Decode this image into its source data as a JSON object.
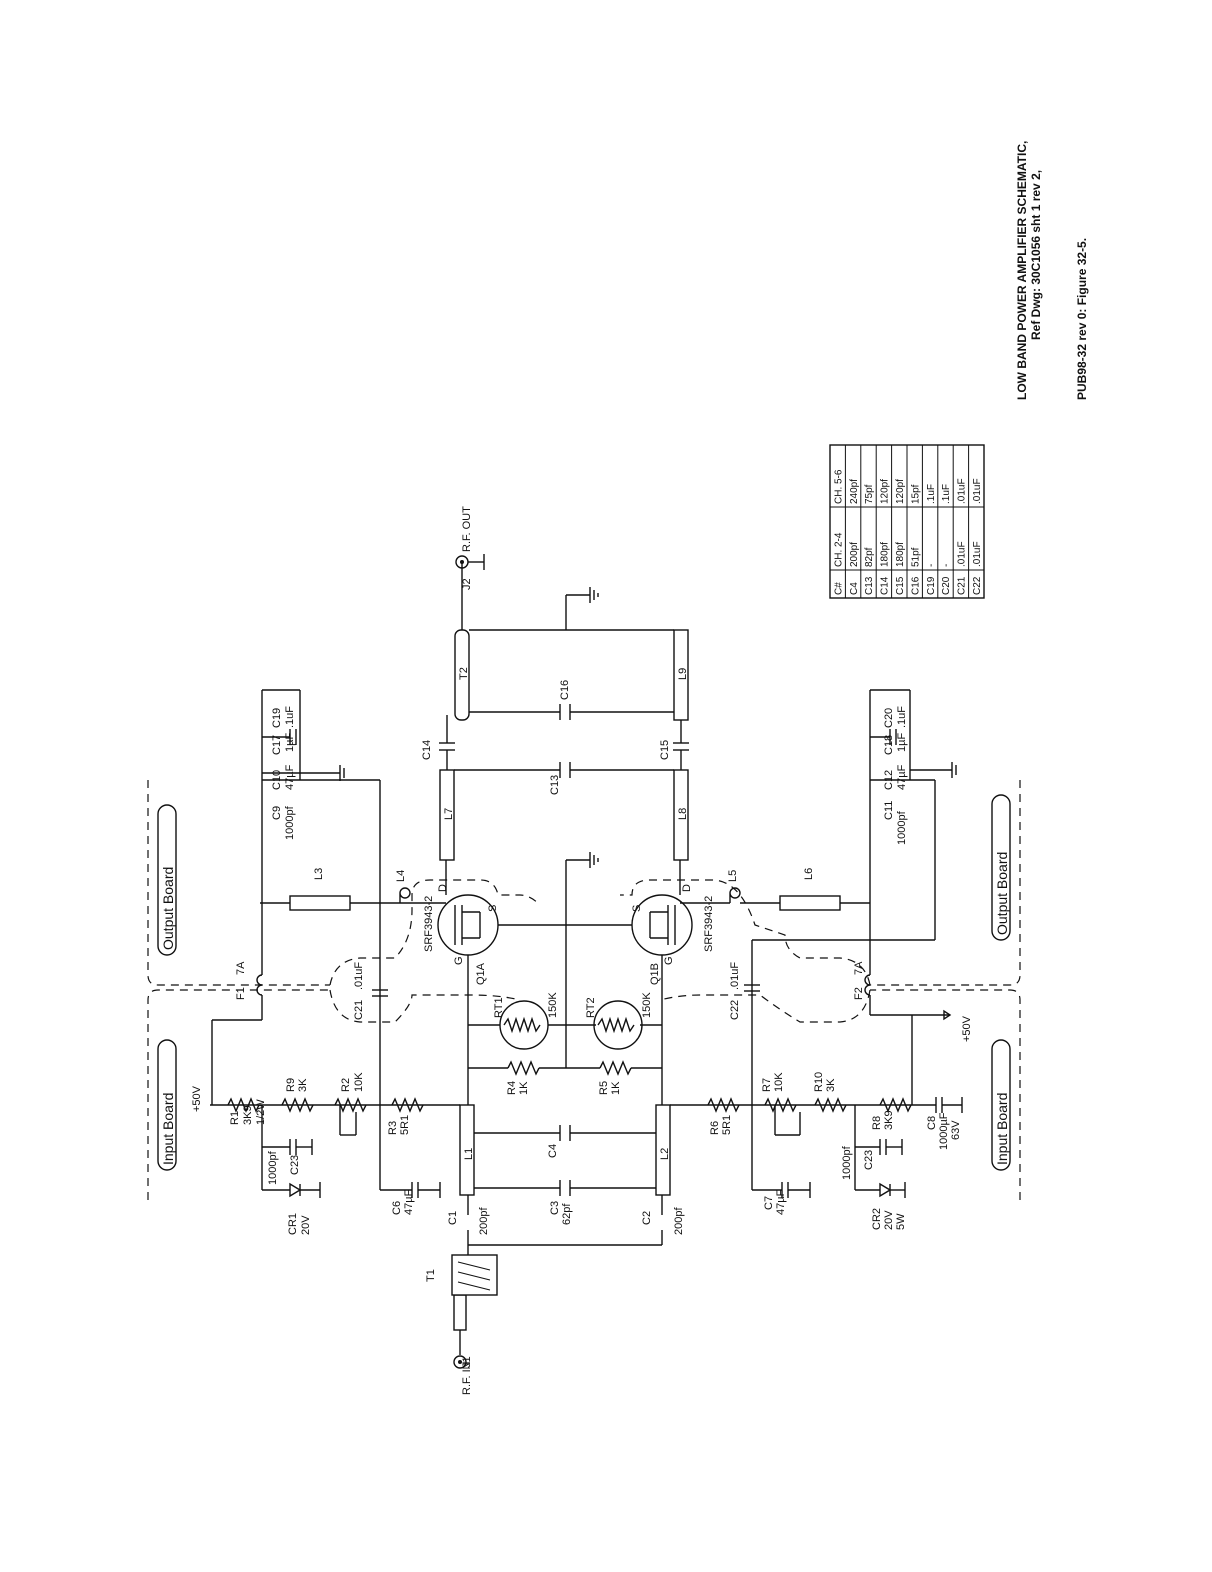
{
  "caption": {
    "title": "LOW BAND POWER AMPLIFIER SCHEMATIC,",
    "ref": "Ref Dwg: 30C1056 sht 1 rev 2,",
    "figure": "PUB98-32 rev 0:    Figure 32-5."
  },
  "boards": {
    "input_left": "Input Board",
    "input_right": "Input Board",
    "output_left": "Output Board",
    "output_right": "Output Board"
  },
  "connectors": {
    "j1": "J1",
    "j1_label": "R.F. IN",
    "j2": "J2",
    "j2_label": "R.F. OUT"
  },
  "transformers": {
    "t1": "T1",
    "t2": "T2"
  },
  "supply": {
    "left": "+50V",
    "right": "+50V"
  },
  "fuses": {
    "f1": "F1",
    "f1_val": "7A",
    "f2": "F2",
    "f2_val": "7A"
  },
  "resistors": {
    "r1": "R1",
    "r1_v1": "3K9",
    "r1_v2": "1/2W",
    "r9": "R9",
    "r9_val": "3K",
    "r2": "R2",
    "r2_val": "10K",
    "r3": "R3",
    "r3_val": "5R1",
    "r4": "R4",
    "r4_val": "1K",
    "r5": "R5",
    "r5_val": "1K",
    "r6": "R6",
    "r6_val": "5R1",
    "r7": "R7",
    "r7_val": "10K",
    "r10": "R10",
    "r10_val": "3K",
    "r8": "R8",
    "r8_val": "3K9"
  },
  "thermistors": {
    "rt1": "RT1",
    "rt1_val": "150K",
    "rt2": "RT2",
    "rt2_val": "150K"
  },
  "capacitors": {
    "c23a": "C23",
    "c23a_val": "1000pf",
    "c23b": "C23",
    "c23b_val": "1000pf",
    "c6": "C6",
    "c6_val": "47µF",
    "c1": "C1",
    "c1_val": "200pf",
    "c3": "C3",
    "c3_val": "62pf",
    "c2": "C2",
    "c2_val": "200pf",
    "c4": "C4",
    "c7": "C7",
    "c7_val": "47µF",
    "c8": "C8",
    "c8_v1": "1000µF",
    "c8_v2": "63V",
    "c21": "C21",
    "c21_val": ".01uF",
    "c22": "C22",
    "c22_val": ".01uF",
    "c9": "C9",
    "c9_val": "1000pf",
    "c10": "C10",
    "c10_val": "47µF",
    "c17": "C17",
    "c17_val": "1µF",
    "c19": "C19",
    "c19_val": ".1uF",
    "c11": "C11",
    "c11_val": "1000pf",
    "c12": "C12",
    "c12_val": "47µF",
    "c18": "C18",
    "c18_val": "1µF",
    "c20": "C20",
    "c20_val": ".1uF",
    "c13": "C13",
    "c14": "C14",
    "c15": "C15",
    "c16": "C16"
  },
  "diodes": {
    "cr1": "CR1",
    "cr1_val": "20V",
    "cr2": "CR2",
    "cr2_v1": "20V",
    "cr2_v2": "5W"
  },
  "inductors": {
    "l1": "L1",
    "l2": "L2",
    "l3": "L3",
    "l4": "L4",
    "l5": "L5",
    "l6": "L6",
    "l7": "L7",
    "l8": "L8",
    "l9": "L9"
  },
  "transistors": {
    "q1a": "Q1A",
    "q1b": "Q1B",
    "part_a": "SRF3943-2",
    "part_b": "SRF3943-2",
    "g": "G",
    "d": "D",
    "s": "S"
  },
  "values_table": {
    "headers": [
      "C#",
      "CH. 2-4",
      "CH. 5-6"
    ],
    "rows": [
      [
        "C4",
        "200pf",
        "240pf"
      ],
      [
        "C13",
        "82pf",
        "75pf"
      ],
      [
        "C14",
        "180pf",
        "120pf"
      ],
      [
        "C15",
        "180pf",
        "120pf"
      ],
      [
        "C16",
        "51pf",
        "15pf"
      ],
      [
        "C19",
        "-",
        ".1uF"
      ],
      [
        "C20",
        "-",
        ".1uF"
      ],
      [
        "C21",
        ".01uF",
        ".01uF"
      ],
      [
        "C22",
        ".01uF",
        ".01uF"
      ]
    ]
  }
}
